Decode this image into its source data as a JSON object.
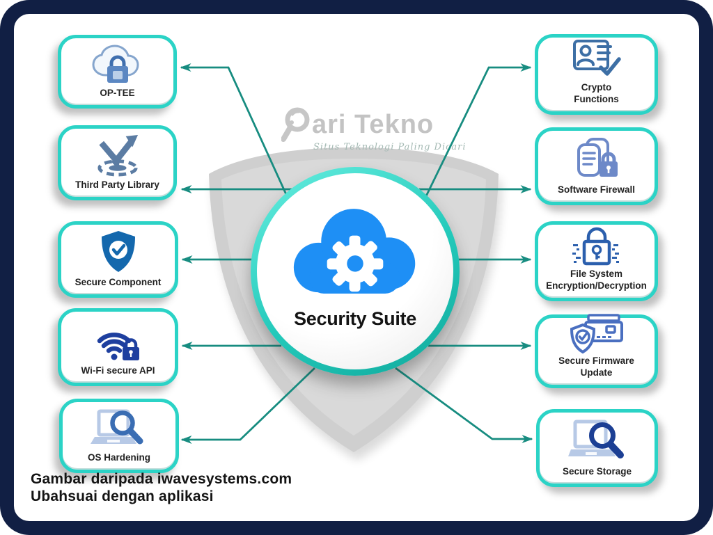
{
  "watermark": {
    "brand": "Cari Tekno",
    "brand_rest": "ari Tekno",
    "tagline": "Situs Teknologi Paling Dicari",
    "icon": "magnifier-icon"
  },
  "center": {
    "title": "Security Suite",
    "icon": "cloud-gear-icon"
  },
  "nodes": {
    "left": [
      {
        "label": "OP-TEE",
        "icon": "cloud-lock-icon"
      },
      {
        "label": "Third Party Library",
        "icon": "target-arrows-icon"
      },
      {
        "label": "Secure Component",
        "icon": "shield-check-icon"
      },
      {
        "label": "Wi-Fi secure API",
        "icon": "wifi-lock-icon"
      },
      {
        "label": "OS Hardening",
        "icon": "laptop-search-icon"
      }
    ],
    "right": [
      {
        "label": "Crypto\nFunctions",
        "icon": "id-card-check-icon"
      },
      {
        "label": "Software Firewall",
        "icon": "documents-lock-icon"
      },
      {
        "label": "File System\nEncryption/Decryption",
        "icon": "lock-key-icon"
      },
      {
        "label": "Secure Firmware\nUpdate",
        "icon": "firmware-shield-icon"
      },
      {
        "label": "Secure Storage",
        "icon": "laptop-search-dark-icon"
      }
    ]
  },
  "caption": {
    "line1": "Gambar daripada iwavesystems.com",
    "line2": "Ubahsuai dengan aplikasi"
  },
  "colors": {
    "frame_navy": "#111f44",
    "connector_teal": "#178c80",
    "node_border_cyan": "#2bd3c6",
    "center_cloud_blue": "#1e8ff5",
    "shield_gray": "#cfcfcf",
    "watermark_gray": "#c3c3c3"
  }
}
